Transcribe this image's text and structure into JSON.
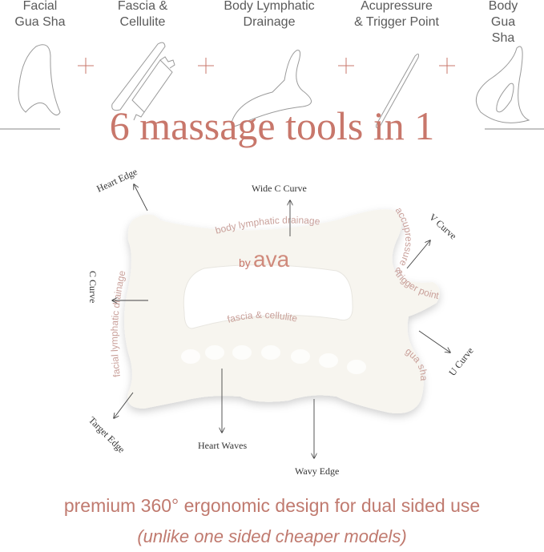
{
  "tools_row": [
    {
      "label": "Facial\nGua Sha",
      "icon": "facial-gua-sha-outline"
    },
    {
      "label": "Fascia &\nCellulite",
      "icon": "fascia-comb-outline"
    },
    {
      "label": "Body Lymphatic\nDrainage",
      "icon": "lymphatic-tool-outline"
    },
    {
      "label": "Acupressure\n& Trigger Point",
      "icon": "acupressure-stick-outline"
    },
    {
      "label": "Body\nGua Sha",
      "icon": "body-gua-sha-outline"
    }
  ],
  "title": "6 massage tools in 1",
  "product": {
    "brand": "byava",
    "zone_labels": {
      "top": "body lymphatic drainage",
      "left": "facial lymphatic drainage",
      "middle": "fascia & cellulite",
      "right_top": "accupressure & trigger point",
      "right_bottom": "gua sha"
    },
    "callouts": {
      "heart_edge": "Heart Edge",
      "wide_c_curve": "Wide C Curve",
      "v_curve": "V Curve",
      "c_curve": "C Curve",
      "u_curve": "U Curve",
      "target_edge": "Target Edge",
      "heart_waves": "Heart Waves",
      "wavy_edge": "Wavy Edge"
    }
  },
  "subtitle": "premium 360° ergonomic design for dual sided use",
  "note": "(unlike one sided cheaper models)",
  "colors": {
    "accent": "#c8776b",
    "outline": "#9a9a9a",
    "zone_text": "#c9a09a"
  }
}
